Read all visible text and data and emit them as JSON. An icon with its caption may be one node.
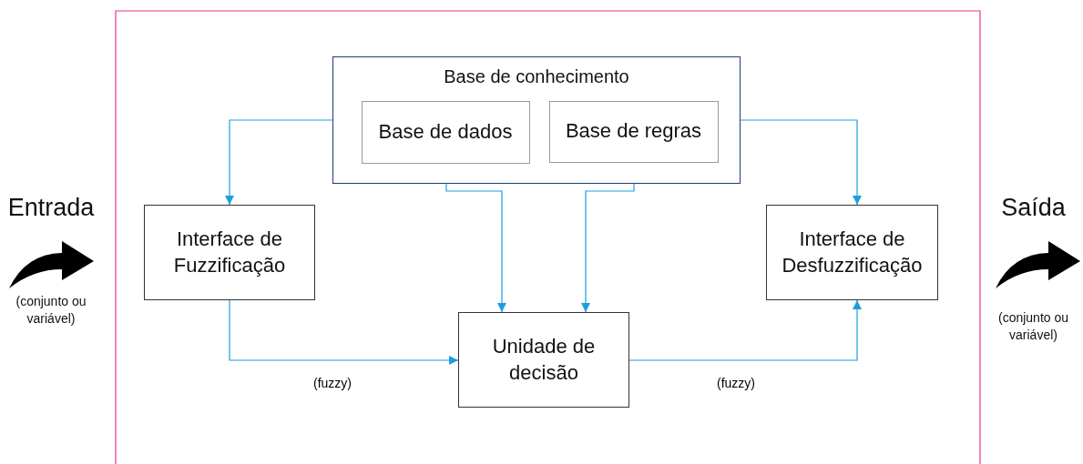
{
  "diagram": {
    "nodes": [
      {
        "text": [
          "Base de conhecimento"
        ]
      },
      {
        "text": [
          "Base de dados"
        ],
        "in": 0
      },
      {
        "text": [
          "Base de regras"
        ],
        "in": 0
      },
      {
        "text": [
          "Interface de Fuzzificação"
        ]
      },
      {
        "text": [
          "Unidade de decisão"
        ]
      },
      {
        "text": [
          "Interface de Desfuzzificação"
        ]
      }
    ],
    "edges": [
      {
        "from": 0,
        "to": 3,
        "arrow": "to"
      },
      {
        "from": 0,
        "to": 5,
        "arrow": "to"
      },
      {
        "from": 1,
        "to": 4,
        "arrow": "to"
      },
      {
        "from": 2,
        "to": 4,
        "arrow": "to"
      },
      {
        "from": 3,
        "to": 4,
        "arrow": "to",
        "label": "(fuzzy)"
      },
      {
        "from": 4,
        "to": 5,
        "arrow": "to",
        "label": "(fuzzy)"
      }
    ],
    "labels": [
      "Entrada",
      "(conjunto ou variável)",
      "Saída",
      "(conjunto ou variável)"
    ]
  }
}
